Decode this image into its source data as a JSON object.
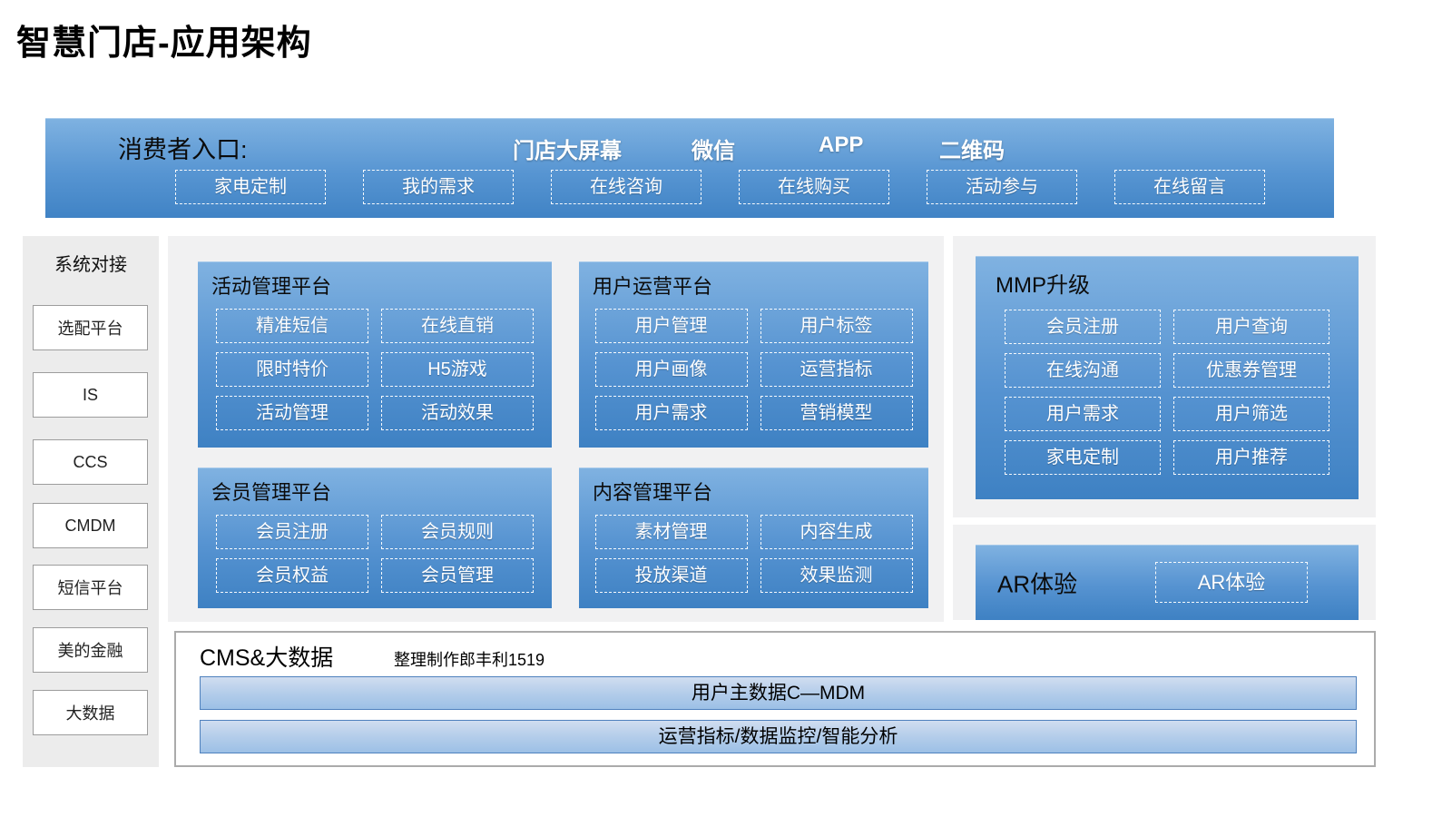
{
  "page": {
    "title": "智慧门店-应用架构"
  },
  "consumer_entry": {
    "label": "消费者入口:",
    "channels": [
      "门店大屏幕",
      "微信",
      "APP",
      "二维码"
    ],
    "buttons": [
      "家电定制",
      "我的需求",
      "在线咨询",
      "在线购买",
      "活动参与",
      "在线留言"
    ]
  },
  "system_integration": {
    "title": "系统对接",
    "items": [
      "选配平台",
      "IS",
      "CCS",
      "CMDM",
      "短信平台",
      "美的金融",
      "大数据"
    ]
  },
  "platforms": [
    {
      "title": "活动管理平台",
      "buttons": [
        "精准短信",
        "在线直销",
        "限时特价",
        "H5游戏",
        "活动管理",
        "活动效果"
      ]
    },
    {
      "title": "用户运营平台",
      "buttons": [
        "用户管理",
        "用户标签",
        "用户画像",
        "运营指标",
        "用户需求",
        "营销模型"
      ]
    },
    {
      "title": "会员管理平台",
      "buttons": [
        "会员注册",
        "会员规则",
        "会员权益",
        "会员管理"
      ]
    },
    {
      "title": "内容管理平台",
      "buttons": [
        "素材管理",
        "内容生成",
        "投放渠道",
        "效果监测"
      ]
    }
  ],
  "mmp": {
    "title": "MMP升级",
    "buttons": [
      "会员注册",
      "用户查询",
      "在线沟通",
      "优惠券管理",
      "用户需求",
      "用户筛选",
      "家电定制",
      "用户推荐"
    ]
  },
  "ar": {
    "label": "AR体验",
    "button": "AR体验"
  },
  "cms": {
    "title": "CMS&大数据",
    "note": "整理制作郎丰利1519",
    "bars": [
      "用户主数据C—MDM",
      "运营指标/数据监控/智能分析"
    ]
  },
  "colors": {
    "card_blue_top": "#80b2e1",
    "card_blue_bottom": "#3e81c3",
    "panel_gray": "#f1f1f2",
    "rail_gray": "#ececec",
    "bar_fill_top": "#d0ddf0",
    "bar_fill_bottom": "#9cc0e6",
    "bar_border": "#4f81bd",
    "text_dark": "#000000",
    "text_white": "#ffffff"
  }
}
